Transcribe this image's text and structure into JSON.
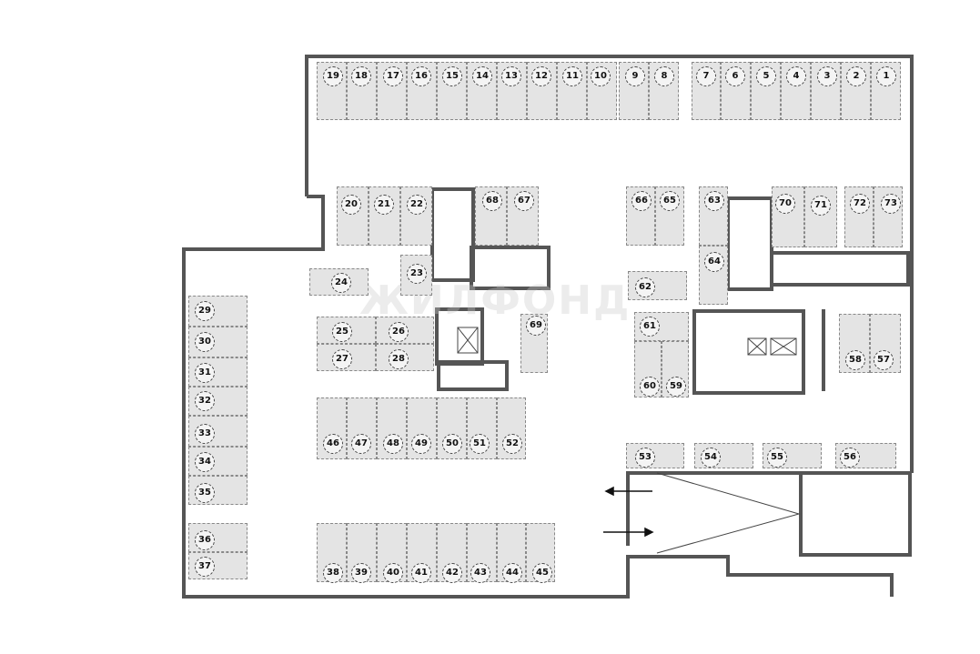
{
  "title": "Parking floor plan",
  "watermark": "ЖИЛФОНД",
  "spots": [
    "1",
    "2",
    "3",
    "4",
    "5",
    "6",
    "7",
    "8",
    "9",
    "10",
    "11",
    "12",
    "13",
    "14",
    "15",
    "16",
    "17",
    "18",
    "19",
    "20",
    "21",
    "22",
    "23",
    "24",
    "25",
    "26",
    "27",
    "28",
    "29",
    "30",
    "31",
    "32",
    "33",
    "34",
    "35",
    "36",
    "37",
    "38",
    "39",
    "40",
    "41",
    "42",
    "43",
    "44",
    "45",
    "46",
    "47",
    "48",
    "49",
    "50",
    "51",
    "52",
    "53",
    "54",
    "55",
    "56",
    "57",
    "58",
    "59",
    "60",
    "61",
    "62",
    "63",
    "64",
    "65",
    "66",
    "67",
    "68",
    "69",
    "70",
    "71",
    "72",
    "73"
  ],
  "colors": {
    "wall": "#555555",
    "spot_fill": "#e4e4e4"
  }
}
